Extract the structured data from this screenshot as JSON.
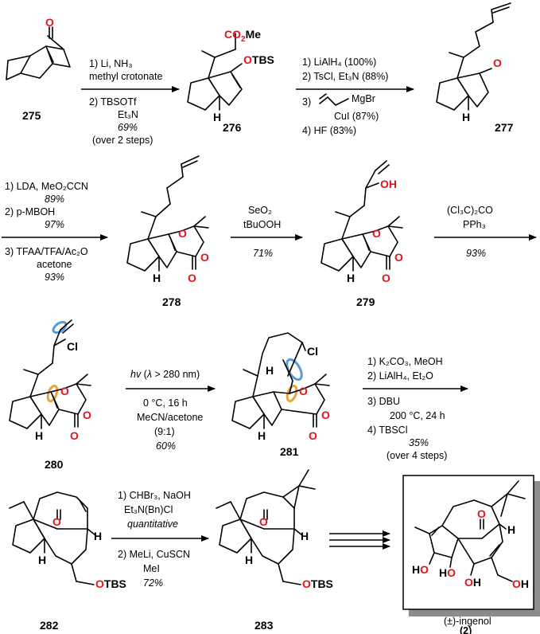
{
  "compounds": {
    "c275": "275",
    "c276": "276",
    "c277": "277",
    "c278": "278",
    "c279": "279",
    "c280": "280",
    "c281": "281",
    "c282": "282",
    "c283": "283",
    "ingenol_name": "(±)-ingenol",
    "ingenol_num": "(2)"
  },
  "atoms": {
    "O": "O",
    "H": "H",
    "Cl": "Cl",
    "OH": "OH",
    "OTBS": "OTBS",
    "CO2Me": "CO₂Me"
  },
  "step1": {
    "l1": "1)   Li, NH₃",
    "l2": "methyl crotonate",
    "l3": "2)    TBSOTf",
    "l4": "Et₃N",
    "l5": "69%",
    "l6": "(over 2 steps)"
  },
  "step2": {
    "l1": "1)  LiAlH₄ (100%)",
    "l2": "2) TsCl, Et₃N (88%)",
    "l3": "3)",
    "l3b": "MgBr",
    "l4": "CuI (87%)",
    "l5": "4)      HF (83%)"
  },
  "step3": {
    "l1": "1) LDA, MeO₂CCN",
    "l2": "89%",
    "l3": "2)        p-MBOH",
    "l4": "97%",
    "l5": "3) TFAA/TFA/Ac₂O",
    "l6": "acetone",
    "l7": "93%"
  },
  "step4": {
    "l1": "SeO₂",
    "l2": "tBuOOH",
    "l3": "71%"
  },
  "step5": {
    "l1": "(Cl₃C)₂CO",
    "l2": "PPh₃",
    "l3": "93%"
  },
  "step6": {
    "l1": "hv (λ > 280 nm)",
    "l2": "0 °C, 16 h",
    "l3": "MeCN/acetone",
    "l4": "(9:1)",
    "l5": "60%"
  },
  "step7": {
    "l1": "1) K₂CO₃, MeOH",
    "l2": "2)    LiAlH₄, Et₂O",
    "l3": "3)          DBU",
    "l4": "200 °C, 24 h",
    "l5": "4)          TBSCl",
    "l6": "35%",
    "l7": "(over 4 steps)"
  },
  "step8": {
    "l1": "1) CHBr₃, NaOH",
    "l2": "Et₃N(Bn)Cl",
    "l3": "quantitative",
    "l4": "2) MeLi, CuSCN",
    "l5": "MeI",
    "l6": "72%"
  },
  "colors": {
    "oxygen": "#e0141e",
    "highlight_blue": "#5b9bd5",
    "highlight_orange": "#e8a33c"
  }
}
